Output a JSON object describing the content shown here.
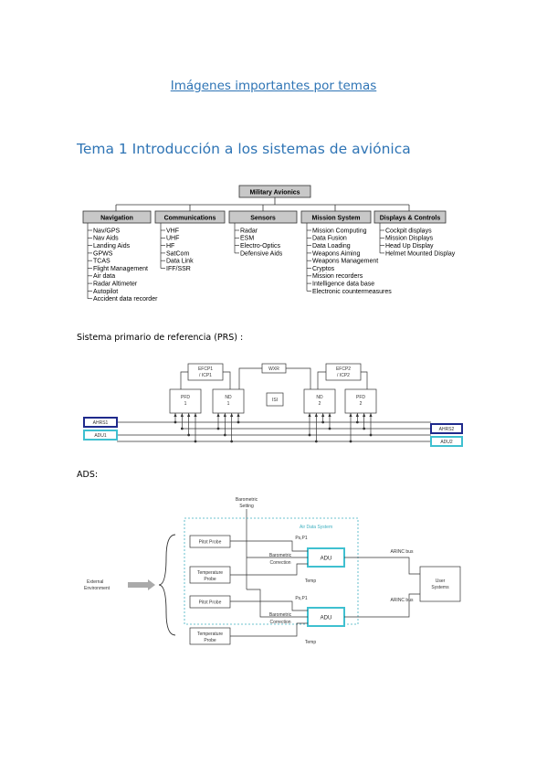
{
  "document": {
    "title": "Imágenes importantes por temas",
    "heading": "Tema 1 Introducción a los sistemas de aviónica",
    "prs_caption": "Sistema primario de referencia (PRS) :",
    "ads_caption": "ADS:"
  },
  "avionics_tree": {
    "root": "Military Avionics",
    "categories": [
      {
        "label": "Navigation",
        "items": [
          "Nav/GPS",
          "Nav Aids",
          "Landing Aids",
          "GPWS",
          "TCAS",
          "Flight Management",
          "Air data",
          "Radar Altimeter",
          "Autopilot",
          "Accident data recorder"
        ]
      },
      {
        "label": "Communications",
        "items": [
          "VHF",
          "UHF",
          "HF",
          "SatCom",
          "Data Link",
          "IFF/SSR"
        ]
      },
      {
        "label": "Sensors",
        "items": [
          "Radar",
          "ESM",
          "Electro-Optics",
          "Defensive Aids"
        ]
      },
      {
        "label": "Mission System",
        "items": [
          "Mission Computing",
          "Data Fusion",
          "Data Loading",
          "Weapons Aiming",
          "Weapons Management",
          "Cryptos",
          "Mission recorders",
          "Intelligence data base",
          "Electronic countermeasures"
        ]
      },
      {
        "label": "Displays & Controls",
        "items": [
          "Cockpit displays",
          "Mission Displays",
          "Head Up Display",
          "Helmet Mounted Display"
        ]
      }
    ]
  },
  "prs_diagram": {
    "efcp1": [
      "EFCP1",
      "/ ICP1"
    ],
    "efcp2": [
      "EFCP2",
      "/ ICP2"
    ],
    "wxr": "WXR",
    "isi": "ISI",
    "pfd1": [
      "PFD",
      "1"
    ],
    "nd1": [
      "ND",
      "1"
    ],
    "nd2": [
      "ND",
      "2"
    ],
    "pfd2": [
      "PFD",
      "2"
    ],
    "ahrs1": "AHRS1",
    "adu1": "ADU1",
    "ahrs2": "AHRS2",
    "adu2": "ADU2",
    "colors": {
      "ahrs": "#1f2a8c",
      "adu": "#3fc0d0"
    }
  },
  "ads_diagram": {
    "barometric_setting": [
      "Barometric",
      "Setting"
    ],
    "system_label": "Air Data System",
    "external_environment": [
      "External",
      "Environment"
    ],
    "pitot_probe_1": "Pitot Probe",
    "temperature_probe_1": [
      "Temperature",
      "Probe"
    ],
    "pitot_probe_2": "Pitot Probe",
    "temperature_probe_2": [
      "Temperature",
      "Probe"
    ],
    "adu_1": "ADU",
    "adu_2": "ADU",
    "ps_p1_1": "Ps,P1",
    "ps_p1_2": "Ps,P1",
    "baro_corr_1": [
      "Barometric",
      "Correction"
    ],
    "baro_corr_2": [
      "Barometric",
      "Correction"
    ],
    "temp_1": "Temp",
    "temp_2": "Temp",
    "arinc_1": "ARINC bus",
    "arinc_2": "ARINC bus",
    "user_systems": [
      "User",
      "Systems"
    ],
    "colors": {
      "adu": "#3fc0d0",
      "system_label": "#3fb0c0"
    }
  }
}
